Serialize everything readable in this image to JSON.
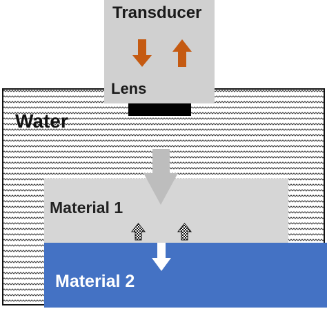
{
  "labels": {
    "transducer": "Transducer",
    "lens": "Lens",
    "water": "Water",
    "material1": "Material 1",
    "material2": "Material 2"
  },
  "colors": {
    "transducer_fill": "#d0d0d0",
    "water_fill": "#ffffff",
    "water_wave": "#3a3a3a",
    "material1_fill": "#d6d6d6",
    "material2_fill": "#4472c4",
    "lens_fill": "#000000",
    "orange_arrow": "#c55a11",
    "gray_arrow": "#bdbdbd",
    "white_arrow": "#ffffff"
  },
  "icons": {
    "transducer_down": "orange-down-arrow-icon",
    "transducer_up": "orange-up-arrow-icon",
    "incident": "gray-down-arrow-icon",
    "reflected": "checkered-up-arrow-icon",
    "transmitted": "white-down-arrow-icon"
  }
}
